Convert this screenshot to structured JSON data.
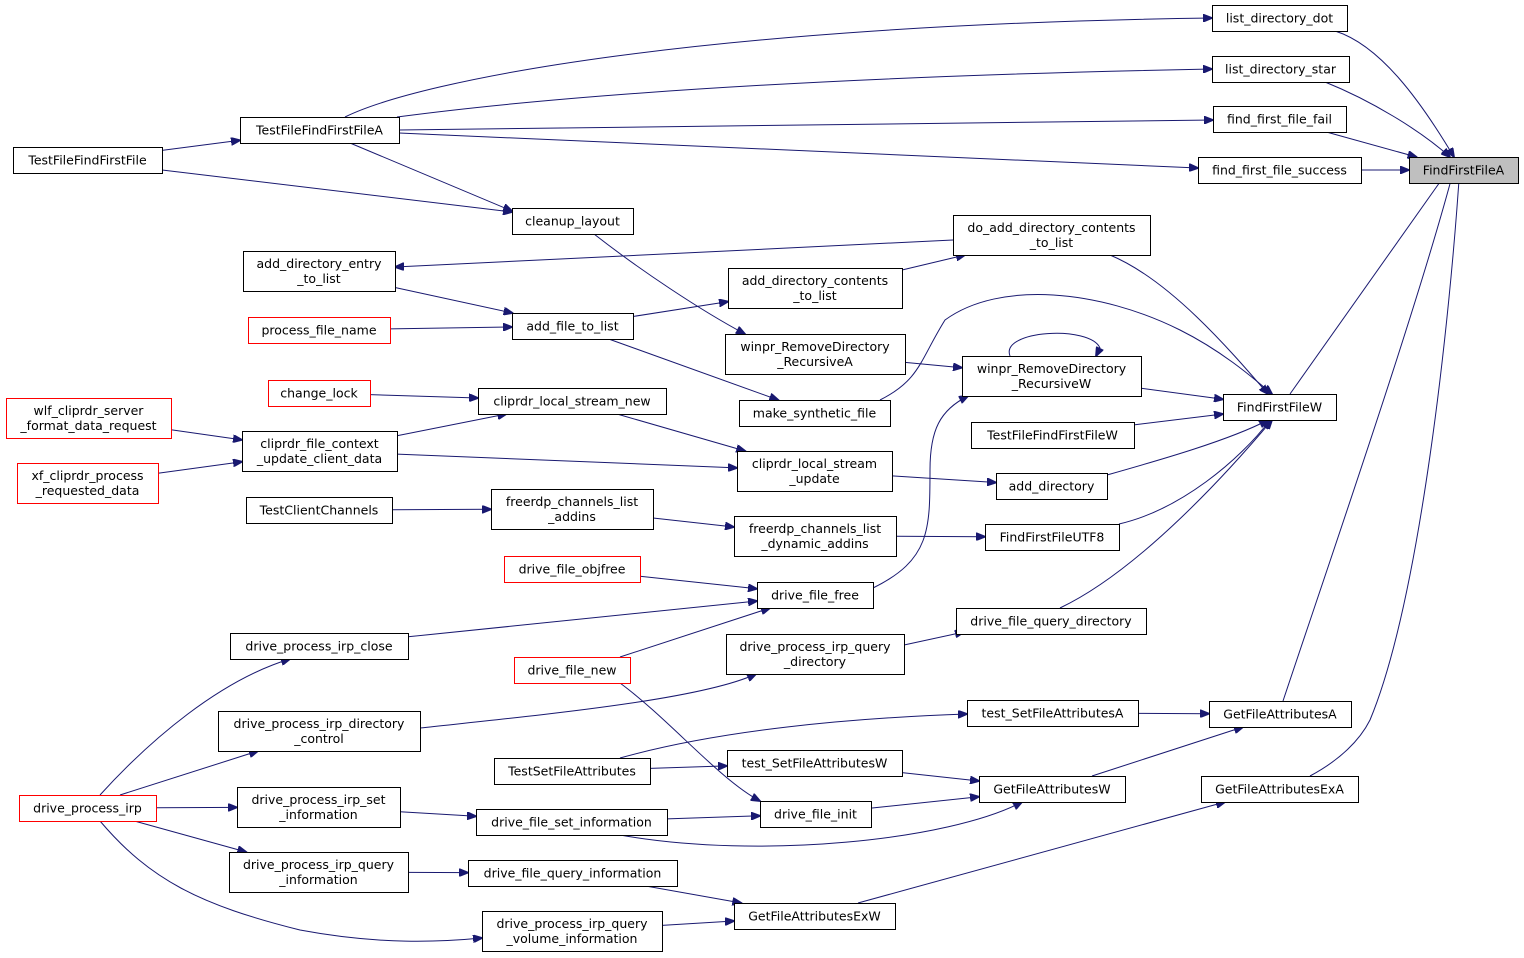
{
  "graph": {
    "nodes": [
      {
        "id": "FindFirstFileA",
        "lines": [
          "FindFirstFileA"
        ],
        "style": "root"
      },
      {
        "id": "list_directory_dot",
        "lines": [
          "list_directory_dot"
        ],
        "style": "normal"
      },
      {
        "id": "list_directory_star",
        "lines": [
          "list_directory_star"
        ],
        "style": "normal"
      },
      {
        "id": "find_first_file_fail",
        "lines": [
          "find_first_file_fail"
        ],
        "style": "normal"
      },
      {
        "id": "find_first_file_success",
        "lines": [
          "find_first_file_success"
        ],
        "style": "normal"
      },
      {
        "id": "TestFileFindFirstFileA",
        "lines": [
          "TestFileFindFirstFileA"
        ],
        "style": "normal"
      },
      {
        "id": "TestFileFindFirstFile",
        "lines": [
          "TestFileFindFirstFile"
        ],
        "style": "normal"
      },
      {
        "id": "cleanup_layout",
        "lines": [
          "cleanup_layout"
        ],
        "style": "normal"
      },
      {
        "id": "do_add_directory_contents_to_list",
        "lines": [
          "do_add_directory_contents",
          "_to_list"
        ],
        "style": "normal"
      },
      {
        "id": "add_directory_entry_to_list",
        "lines": [
          "add_directory_entry",
          "_to_list"
        ],
        "style": "normal"
      },
      {
        "id": "add_directory_contents_to_list",
        "lines": [
          "add_directory_contents",
          "_to_list"
        ],
        "style": "normal"
      },
      {
        "id": "process_file_name",
        "lines": [
          "process_file_name"
        ],
        "style": "red"
      },
      {
        "id": "add_file_to_list",
        "lines": [
          "add_file_to_list"
        ],
        "style": "normal"
      },
      {
        "id": "winpr_RemoveDirectory_RecursiveA",
        "lines": [
          "winpr_RemoveDirectory",
          "_RecursiveA"
        ],
        "style": "normal"
      },
      {
        "id": "winpr_RemoveDirectory_RecursiveW",
        "lines": [
          "winpr_RemoveDirectory",
          "_RecursiveW"
        ],
        "style": "normal"
      },
      {
        "id": "FindFirstFileW",
        "lines": [
          "FindFirstFileW"
        ],
        "style": "normal"
      },
      {
        "id": "change_lock",
        "lines": [
          "change_lock"
        ],
        "style": "red"
      },
      {
        "id": "cliprdr_local_stream_new",
        "lines": [
          "cliprdr_local_stream_new"
        ],
        "style": "normal"
      },
      {
        "id": "make_synthetic_file",
        "lines": [
          "make_synthetic_file"
        ],
        "style": "normal"
      },
      {
        "id": "wlf_cliprdr_server_format_data_request",
        "lines": [
          "wlf_cliprdr_server",
          "_format_data_request"
        ],
        "style": "red"
      },
      {
        "id": "cliprdr_file_context_update_client_data",
        "lines": [
          "cliprdr_file_context",
          "_update_client_data"
        ],
        "style": "normal"
      },
      {
        "id": "TestFileFindFirstFileW",
        "lines": [
          "TestFileFindFirstFileW"
        ],
        "style": "normal"
      },
      {
        "id": "xf_cliprdr_process_requested_data",
        "lines": [
          "xf_cliprdr_process",
          "_requested_data"
        ],
        "style": "red"
      },
      {
        "id": "cliprdr_local_stream_update",
        "lines": [
          "cliprdr_local_stream",
          "_update"
        ],
        "style": "normal"
      },
      {
        "id": "add_directory",
        "lines": [
          "add_directory"
        ],
        "style": "normal"
      },
      {
        "id": "TestClientChannels",
        "lines": [
          "TestClientChannels"
        ],
        "style": "normal"
      },
      {
        "id": "freerdp_channels_list_addins",
        "lines": [
          "freerdp_channels_list",
          "_addins"
        ],
        "style": "normal"
      },
      {
        "id": "freerdp_channels_list_dynamic_addins",
        "lines": [
          "freerdp_channels_list",
          "_dynamic_addins"
        ],
        "style": "normal"
      },
      {
        "id": "FindFirstFileUTF8",
        "lines": [
          "FindFirstFileUTF8"
        ],
        "style": "normal"
      },
      {
        "id": "drive_file_objfree",
        "lines": [
          "drive_file_objfree"
        ],
        "style": "red"
      },
      {
        "id": "drive_file_free",
        "lines": [
          "drive_file_free"
        ],
        "style": "normal"
      },
      {
        "id": "drive_file_query_directory",
        "lines": [
          "drive_file_query_directory"
        ],
        "style": "normal"
      },
      {
        "id": "drive_process_irp_close",
        "lines": [
          "drive_process_irp_close"
        ],
        "style": "normal"
      },
      {
        "id": "drive_process_irp_query_directory",
        "lines": [
          "drive_process_irp_query",
          "_directory"
        ],
        "style": "normal"
      },
      {
        "id": "drive_file_new",
        "lines": [
          "drive_file_new"
        ],
        "style": "red"
      },
      {
        "id": "drive_process_irp_directory_control",
        "lines": [
          "drive_process_irp_directory",
          "_control"
        ],
        "style": "normal"
      },
      {
        "id": "test_SetFileAttributesA",
        "lines": [
          "test_SetFileAttributesA"
        ],
        "style": "normal"
      },
      {
        "id": "GetFileAttributesA",
        "lines": [
          "GetFileAttributesA"
        ],
        "style": "normal"
      },
      {
        "id": "TestSetFileAttributes",
        "lines": [
          "TestSetFileAttributes"
        ],
        "style": "normal"
      },
      {
        "id": "test_SetFileAttributesW",
        "lines": [
          "test_SetFileAttributesW"
        ],
        "style": "normal"
      },
      {
        "id": "GetFileAttributesW",
        "lines": [
          "GetFileAttributesW"
        ],
        "style": "normal"
      },
      {
        "id": "GetFileAttributesExA",
        "lines": [
          "GetFileAttributesExA"
        ],
        "style": "normal"
      },
      {
        "id": "drive_process_irp",
        "lines": [
          "drive_process_irp"
        ],
        "style": "red"
      },
      {
        "id": "drive_process_irp_set_information",
        "lines": [
          "drive_process_irp_set",
          "_information"
        ],
        "style": "normal"
      },
      {
        "id": "drive_file_init",
        "lines": [
          "drive_file_init"
        ],
        "style": "normal"
      },
      {
        "id": "drive_file_set_information",
        "lines": [
          "drive_file_set_information"
        ],
        "style": "normal"
      },
      {
        "id": "drive_process_irp_query_information",
        "lines": [
          "drive_process_irp_query",
          "_information"
        ],
        "style": "normal"
      },
      {
        "id": "drive_file_query_information",
        "lines": [
          "drive_file_query_information"
        ],
        "style": "normal"
      },
      {
        "id": "GetFileAttributesExW",
        "lines": [
          "GetFileAttributesExW"
        ],
        "style": "normal"
      },
      {
        "id": "drive_process_irp_query_volume_information",
        "lines": [
          "drive_process_irp_query",
          "_volume_information"
        ],
        "style": "normal"
      }
    ],
    "edges": [
      [
        "list_directory_dot",
        "FindFirstFileA"
      ],
      [
        "list_directory_star",
        "FindFirstFileA"
      ],
      [
        "find_first_file_fail",
        "FindFirstFileA"
      ],
      [
        "find_first_file_success",
        "FindFirstFileA"
      ],
      [
        "FindFirstFileW",
        "FindFirstFileA"
      ],
      [
        "GetFileAttributesA",
        "FindFirstFileA"
      ],
      [
        "GetFileAttributesExA",
        "FindFirstFileA"
      ],
      [
        "TestFileFindFirstFileA",
        "list_directory_dot"
      ],
      [
        "TestFileFindFirstFileA",
        "list_directory_star"
      ],
      [
        "TestFileFindFirstFileA",
        "find_first_file_fail"
      ],
      [
        "TestFileFindFirstFileA",
        "find_first_file_success"
      ],
      [
        "TestFileFindFirstFile",
        "TestFileFindFirstFileA"
      ],
      [
        "TestFileFindFirstFileA",
        "cleanup_layout"
      ],
      [
        "TestFileFindFirstFile",
        "cleanup_layout"
      ],
      [
        "cleanup_layout",
        "winpr_RemoveDirectory_RecursiveA"
      ],
      [
        "do_add_directory_contents_to_list",
        "add_directory_entry_to_list"
      ],
      [
        "do_add_directory_contents_to_list",
        "FindFirstFileW"
      ],
      [
        "add_directory_contents_to_list",
        "do_add_directory_contents_to_list"
      ],
      [
        "add_directory_entry_to_list",
        "add_file_to_list"
      ],
      [
        "process_file_name",
        "add_file_to_list"
      ],
      [
        "add_file_to_list",
        "add_directory_contents_to_list"
      ],
      [
        "add_file_to_list",
        "make_synthetic_file"
      ],
      [
        "make_synthetic_file",
        "FindFirstFileW"
      ],
      [
        "winpr_RemoveDirectory_RecursiveA",
        "winpr_RemoveDirectory_RecursiveW"
      ],
      [
        "winpr_RemoveDirectory_RecursiveW",
        "winpr_RemoveDirectory_RecursiveW"
      ],
      [
        "winpr_RemoveDirectory_RecursiveW",
        "FindFirstFileW"
      ],
      [
        "TestFileFindFirstFileW",
        "FindFirstFileW"
      ],
      [
        "add_directory",
        "FindFirstFileW"
      ],
      [
        "FindFirstFileUTF8",
        "FindFirstFileW"
      ],
      [
        "drive_file_query_directory",
        "FindFirstFileW"
      ],
      [
        "change_lock",
        "cliprdr_local_stream_new"
      ],
      [
        "cliprdr_file_context_update_client_data",
        "cliprdr_local_stream_new"
      ],
      [
        "cliprdr_local_stream_new",
        "cliprdr_local_stream_update"
      ],
      [
        "wlf_cliprdr_server_format_data_request",
        "cliprdr_file_context_update_client_data"
      ],
      [
        "xf_cliprdr_process_requested_data",
        "cliprdr_file_context_update_client_data"
      ],
      [
        "cliprdr_file_context_update_client_data",
        "cliprdr_local_stream_update"
      ],
      [
        "cliprdr_local_stream_update",
        "add_directory"
      ],
      [
        "TestClientChannels",
        "freerdp_channels_list_addins"
      ],
      [
        "freerdp_channels_list_addins",
        "freerdp_channels_list_dynamic_addins"
      ],
      [
        "freerdp_channels_list_dynamic_addins",
        "FindFirstFileUTF8"
      ],
      [
        "drive_file_objfree",
        "drive_file_free"
      ],
      [
        "drive_process_irp_close",
        "drive_file_free"
      ],
      [
        "drive_file_new",
        "drive_file_free"
      ],
      [
        "drive_file_free",
        "winpr_RemoveDirectory_RecursiveW"
      ],
      [
        "drive_process_irp_query_directory",
        "drive_file_query_directory"
      ],
      [
        "drive_process_irp_directory_control",
        "drive_process_irp_query_directory"
      ],
      [
        "drive_process_irp",
        "drive_process_irp_close"
      ],
      [
        "drive_process_irp",
        "drive_process_irp_directory_control"
      ],
      [
        "drive_process_irp",
        "drive_process_irp_set_information"
      ],
      [
        "drive_process_irp",
        "drive_process_irp_query_information"
      ],
      [
        "drive_process_irp",
        "drive_process_irp_query_volume_information"
      ],
      [
        "TestSetFileAttributes",
        "test_SetFileAttributesA"
      ],
      [
        "TestSetFileAttributes",
        "test_SetFileAttributesW"
      ],
      [
        "test_SetFileAttributesA",
        "GetFileAttributesA"
      ],
      [
        "test_SetFileAttributesW",
        "GetFileAttributesW"
      ],
      [
        "GetFileAttributesW",
        "GetFileAttributesA"
      ],
      [
        "drive_file_new",
        "drive_file_init"
      ],
      [
        "drive_file_init",
        "GetFileAttributesW"
      ],
      [
        "drive_file_set_information",
        "GetFileAttributesW"
      ],
      [
        "drive_process_irp_set_information",
        "drive_file_set_information"
      ],
      [
        "drive_file_set_information",
        "drive_file_init"
      ],
      [
        "drive_process_irp_query_information",
        "drive_file_query_information"
      ],
      [
        "drive_file_query_information",
        "GetFileAttributesExW"
      ],
      [
        "drive_process_irp_query_volume_information",
        "GetFileAttributesExW"
      ],
      [
        "GetFileAttributesExW",
        "GetFileAttributesExA"
      ]
    ]
  }
}
